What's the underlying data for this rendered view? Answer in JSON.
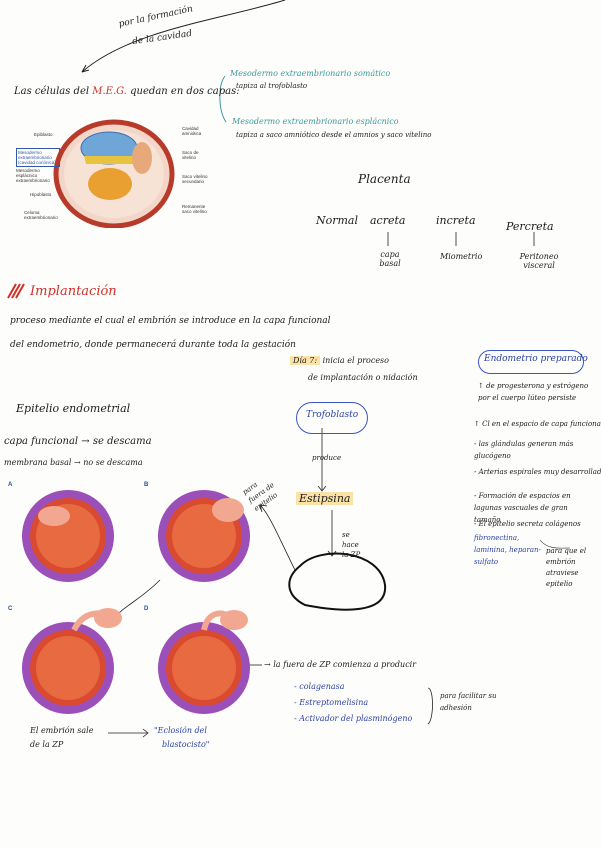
{
  "top_note": {
    "line1": "por la formación",
    "line2": "de la cavidad"
  },
  "intro": {
    "pre": "Las células del",
    "acronym": "M.E.G.",
    "post": "quedan en dos capas:"
  },
  "layers": {
    "somatic_title": "Mesodermo extraembrionario somático",
    "somatic_desc": "tapiza al trofoblasto",
    "splanch_title": "Mesodermo extraembrionario esplácnico",
    "splanch_desc": "tapiza a saco amniótico desde el amnios y saco vitelino"
  },
  "embryo_labels": {
    "left": [
      "Epiblasto",
      "Mesodermo extraembrionario (cavidad coriónica)",
      "Mesodermo esplácnico extraembrionario",
      "Hipoblasto",
      "Celoma extraembrionario"
    ],
    "right": [
      "Cavidad amniótica",
      "Saco de vitelino",
      "Saco vitelino secundario",
      "Remanente saco vitelino"
    ]
  },
  "placenta": {
    "title": "Placenta",
    "types": [
      "Normal",
      "acreta",
      "increta",
      "Percreta"
    ],
    "targets": [
      "capa basal",
      "Miometrio",
      "Peritoneo visceral"
    ]
  },
  "section": {
    "title": "Implantación"
  },
  "definition": {
    "line1": "proceso mediante el cual el embrión se introduce en la capa funcional",
    "line2": "del endometrio, donde permanecerá durante toda la gestación"
  },
  "day_note": {
    "day": "Día 7:",
    "line1": "inicia el proceso",
    "line2": "de implantación o nidación"
  },
  "epithelium": {
    "title": "Epitelio endometrial",
    "functional": "capa funcional → se descama",
    "basal": "membrana basal → no se descama"
  },
  "endometrium": {
    "title": "Endometrio preparado",
    "items": [
      "↑ de progesterona y estrógeno por el cuerpo lúteo persiste",
      "↑ Cl en el espacio de capa funcional",
      "- las glándulas generan más glucógeno",
      "- Arterias espirales muy desarrolladas",
      "- Formación de espacios en lagunas vascuales de gran tamaño",
      "- El epitelio secreta colágenos",
      "fibronectina, laminina, heparan-sulfato"
    ],
    "side_note": "para que el embrión atraviese epitelio"
  },
  "flow": {
    "trophoblast": "Trofoblasto",
    "produces": "produce",
    "process": "Estipsina",
    "arrow_note": "para fuera de epitelio",
    "fuera_note": "se hace la ZP"
  },
  "zp_note": {
    "pre": "→ la fuera de ZP",
    "post": "comienza a producir"
  },
  "enzymes": [
    "- colagenasa",
    "- Estreptomelisina",
    "- Activador del plasminógeno"
  ],
  "enzyme_purpose": "para facilitar su adhesión",
  "figure": {
    "labels": [
      "A",
      "B",
      "C",
      "D"
    ]
  },
  "bottom": {
    "left1": "El embrión sale",
    "left2": "de la ZP",
    "right1": "\"Eclosión del",
    "right2": "blastocisto\""
  },
  "colors": {
    "teal": "#3a9a9a",
    "blue": "#2a3fa6",
    "red": "#d0322a",
    "highlight": "#fbe3a8"
  }
}
